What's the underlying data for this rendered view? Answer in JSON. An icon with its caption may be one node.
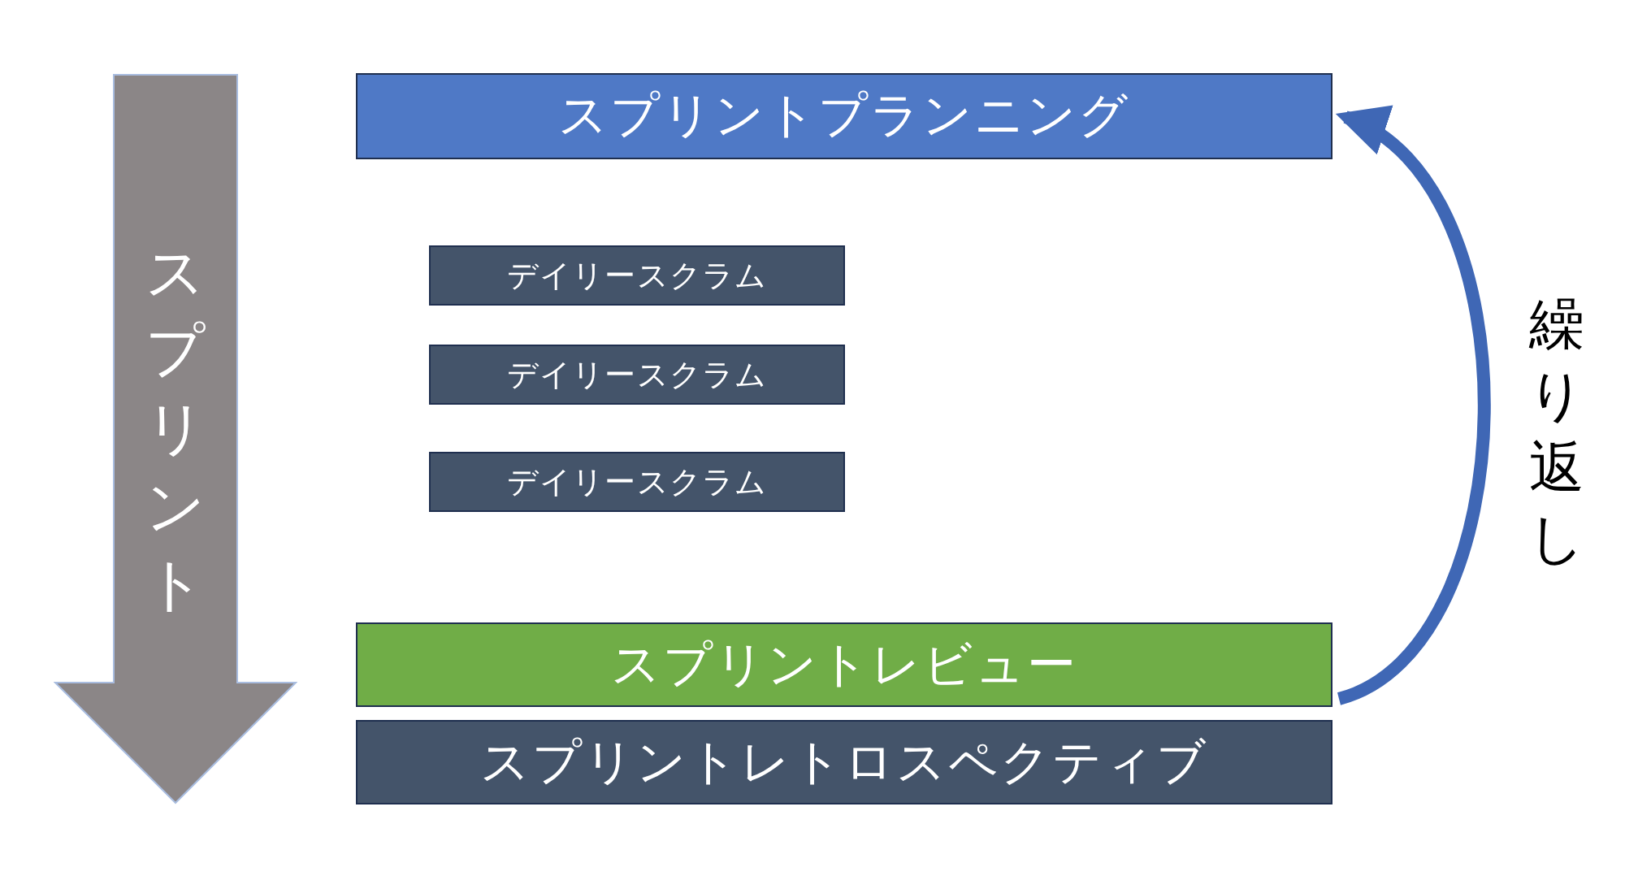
{
  "diagram": {
    "nodes": [
      {
        "text": [
          "スプリントプランニング"
        ]
      },
      {
        "text": [
          "デイリースクラム"
        ]
      },
      {
        "text": [
          "デイリースクラム"
        ]
      },
      {
        "text": [
          "デイリースクラム"
        ]
      },
      {
        "text": [
          "スプリントレビュー"
        ]
      },
      {
        "text": [
          "スプリントレトロスペクティブ"
        ]
      },
      {
        "text": [
          "スプリント"
        ]
      }
    ],
    "edges": [
      {
        "from": 4,
        "to": 0,
        "arrow": "to",
        "label": "繰り返し"
      }
    ]
  }
}
